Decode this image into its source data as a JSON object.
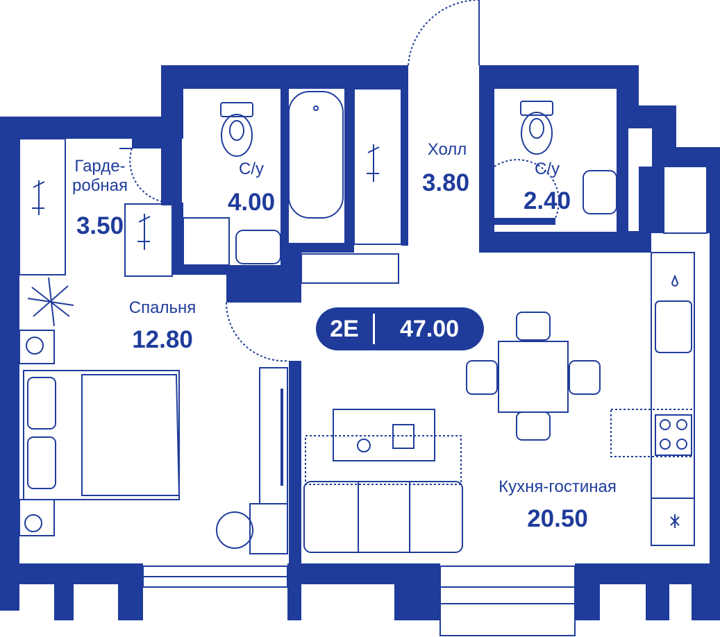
{
  "apartment": {
    "code": "2E",
    "total_area": "47.00"
  },
  "rooms": [
    {
      "id": "wardrobe",
      "name_line1": "Гарде-",
      "name_line2": "робная",
      "area": "3.50"
    },
    {
      "id": "bathroom-1",
      "name": "С/у",
      "area": "4.00"
    },
    {
      "id": "hall",
      "name": "Холл",
      "area": "3.80"
    },
    {
      "id": "bathroom-2",
      "name": "С/у",
      "area": "2.40"
    },
    {
      "id": "bedroom",
      "name": "Спальня",
      "area": "12.80"
    },
    {
      "id": "kitchen-living",
      "name": "Кухня-гостиная",
      "area": "20.50"
    }
  ],
  "colors": {
    "wall": "#1f3c9b",
    "line": "#1f3c9b",
    "background": "#ffffff",
    "badge_text": "#ffffff"
  }
}
